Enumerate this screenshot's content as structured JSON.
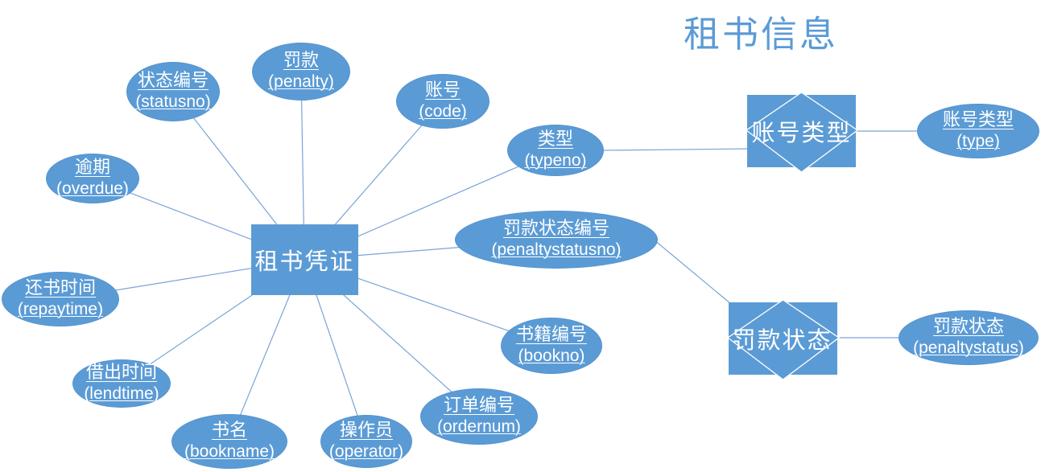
{
  "diagram": {
    "title": "租书信息",
    "colors": {
      "shape_fill": "#5B9BD5",
      "shape_text": "#FFFFFF",
      "connector": "#7AA3D8",
      "title_text": "#5B9BD5"
    },
    "center_entity": {
      "label": "租书凭证"
    },
    "relations": [
      {
        "label": "账号类型",
        "attribute": {
          "zh": "账号类型",
          "en": "(type)"
        }
      },
      {
        "label": "罚款状态",
        "attribute": {
          "zh": "罚款状态",
          "en": "(penaltystatus)"
        }
      }
    ],
    "attributes": [
      {
        "zh": "状态编号",
        "en": "(statusno)"
      },
      {
        "zh": "罚款",
        "en": "(penalty)"
      },
      {
        "zh": "账号",
        "en": "(code)"
      },
      {
        "zh": "类型",
        "en": "(typeno)"
      },
      {
        "zh": "逾期",
        "en": "(overdue)"
      },
      {
        "zh": "罚款状态编号",
        "en": "(penaltystatusno)"
      },
      {
        "zh": "还书时间",
        "en": "(repaytime)"
      },
      {
        "zh": "借出时间",
        "en": "(lendtime)"
      },
      {
        "zh": "书名",
        "en": "(bookname)"
      },
      {
        "zh": "操作员",
        "en": "(operator)"
      },
      {
        "zh": "订单编号",
        "en": "(ordernum)"
      },
      {
        "zh": "书籍编号",
        "en": "(bookno)"
      }
    ]
  }
}
